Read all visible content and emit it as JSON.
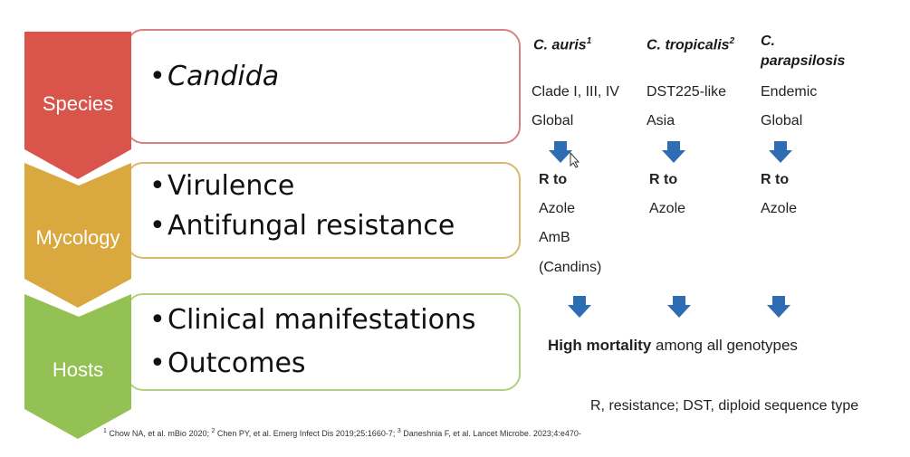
{
  "stages": [
    {
      "label": "Species",
      "color": "#d9544a",
      "border": "#d98080",
      "bullets": [
        "Candida"
      ]
    },
    {
      "label": "Mycology",
      "color": "#d9a83e",
      "border": "#d9b870",
      "bullets": [
        "Virulence",
        "Antifungal resistance"
      ]
    },
    {
      "label": "Hosts",
      "color": "#94c153",
      "border": "#b3d080",
      "bullets": [
        "Clinical manifestations",
        "Outcomes"
      ]
    }
  ],
  "arrow_color": "#2e6db4",
  "columns": [
    {
      "name": "C. auris",
      "sup": "1",
      "clade": "Clade I, III, IV",
      "region": "Global",
      "r_to": "R to",
      "resistances": [
        "Azole",
        "AmB",
        "(Candins)"
      ]
    },
    {
      "name": "C. tropicalis",
      "sup": "2",
      "clade": "DST225-like",
      "region": "Asia",
      "r_to": "R to",
      "resistances": [
        "Azole"
      ]
    },
    {
      "name_line1": "C.",
      "name_line2": "parapsilosis",
      "clade": "Endemic",
      "region": "Global",
      "r_to": "R to",
      "resistances": [
        "Azole"
      ]
    }
  ],
  "summary": {
    "bold": "High mortality",
    "rest": " among all genotypes"
  },
  "legend": "R, resistance; DST, diploid sequence type",
  "references": {
    "r1_sup": "1",
    "r1": " Chow NA, et al. mBio 2020; ",
    "r2_sup": "2",
    "r2": " Chen PY, et al. Emerg Infect Dis 2019;25:1660-7; ",
    "r3_sup": "3",
    "r3": " Daneshnia F, et al. Lancet Microbe. 2023;4:e470-"
  }
}
